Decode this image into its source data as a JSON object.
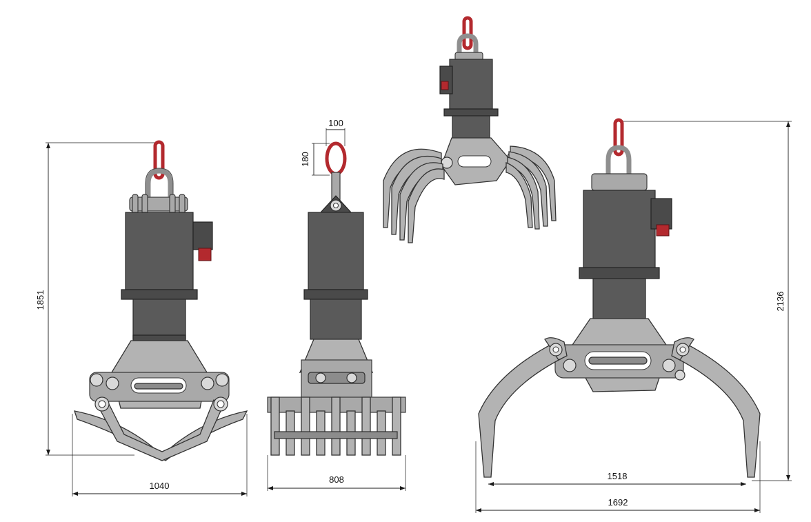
{
  "views": {
    "front": {
      "height": "1851",
      "width": "1040"
    },
    "side": {
      "width": "808",
      "link_width": "100",
      "link_height": "180"
    },
    "open_front": {
      "height": "2136",
      "inner_width": "1518",
      "outer_width": "1692"
    }
  },
  "colors": {
    "lifting_link": "#b3292e",
    "body": "#5a5a5a",
    "jaws": "#b3b3b3",
    "hydraulic_cap": "#b3292e"
  }
}
